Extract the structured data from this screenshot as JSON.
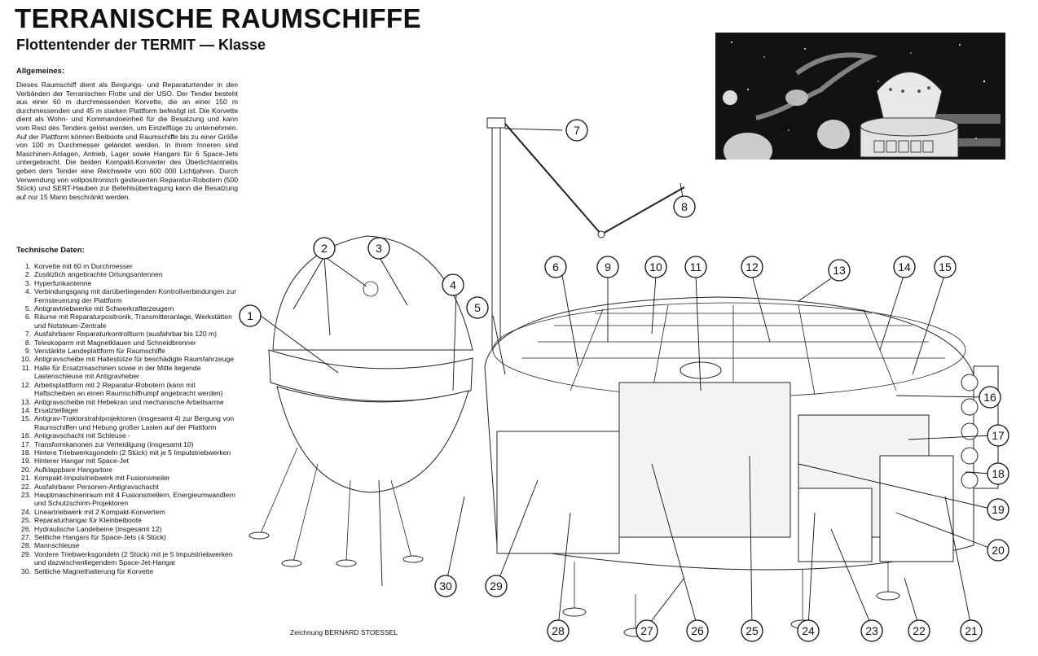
{
  "header": {
    "title": "TERRANISCHE RAUMSCHIFFE",
    "subtitle": "Flottentender der TERMIT — Klasse"
  },
  "general": {
    "heading": "Allgemeines:",
    "text": "Dieses Raumschiff dient als Bergungs- und Reparaturtender in den Verbänden der Terranischen Flotte und der USO. Der Tender besteht aus einer 60 m durchmessenden Korvette, die an einer 150 m durchmessenden und 45 m starken Plattform befestigt ist. Die Korvette dient als Wohn- und Kommandoeinheit für die Besatzung und kann vom Rest des Tenders gelöst werden, um Einzelflüge zu unternehmen. Auf der Plattform können Beiboote und Raumschiffe bis zu einer Größe von 100 m Durchmesser gelandet werden. In ihrem Inneren sind Maschinen-Anlagen, Antrieb, Lager sowie Hangars für 6 Space-Jets untergebracht. Die beiden Kompakt-Konverter des Überlichtantriebs geben dem Tender eine Reichweite von 600 000 Lichtjahren. Durch Verwendung von vollpositronisch gesteuerten Reparatur-Robotern (500 Stück) und SERT-Hauben zur Befehlsübertragung kann die Besatzung auf nur 15 Mann beschränkt werden."
  },
  "specs": {
    "heading": "Technische Daten:",
    "items": [
      {
        "n": "1.",
        "t": "Korvette mit 60 m Durchmesser"
      },
      {
        "n": "2.",
        "t": "Zusätzlich angebrachte Ortungsantennen"
      },
      {
        "n": "3.",
        "t": "Hyperfunkantenne"
      },
      {
        "n": "4.",
        "t": "Verbindungsgang mit darüberliegenden Kontrollverbindungen zur Fernsteuerung der Plattform"
      },
      {
        "n": "5.",
        "t": "Antigravtriebwerke mit Schwerkrafterzeugern"
      },
      {
        "n": "6.",
        "t": "Räume mit Reparaturpositronik, Transmitteranlage, Werkstätten und Notsteuer-Zentrale"
      },
      {
        "n": "7.",
        "t": "Ausfahrbarer Reparaturkontrollturm (ausfahrbar bis 120 m)"
      },
      {
        "n": "8.",
        "t": "Teleskoparm mit Magnetklauen und Schneidbrenner"
      },
      {
        "n": "9.",
        "t": "Verstärkte Landeplattform für Raumschiffe"
      },
      {
        "n": "10.",
        "t": "Antigravscheibe mit Haltestütze für beschädigte Raumfahrzeuge"
      },
      {
        "n": "11.",
        "t": "Halle für Ersatzmaschinen sowie in der Mitte liegende Lastenschleuse mit Antigravheber"
      },
      {
        "n": "12.",
        "t": "Arbeitsplattform mit 2 Reparatur-Robotern (kann mit Haftscheiben an einen Raumschiffrumpf angebracht werden)"
      },
      {
        "n": "13.",
        "t": "Antigravscheibe mit Hebekran und mechanische Arbeitsarme"
      },
      {
        "n": "14.",
        "t": "Ersatzteillager"
      },
      {
        "n": "15.",
        "t": "Antigrav-Traktorstrahlprojektoren (insgesamt 4) zur Bergung von Raumschiffen und Hebung großer Lasten auf der Plattform"
      },
      {
        "n": "16.",
        "t": "Antigravschacht mit Schleuse -"
      },
      {
        "n": "17.",
        "t": "Transformkanonen zur Verteidigung (insgesamt 10)"
      },
      {
        "n": "18.",
        "t": "Hintere Triebwerksgondeln (2 Stück) mit je 5 Impulstriebwerken"
      },
      {
        "n": "19.",
        "t": "Hinterer Hangar mit Space-Jet"
      },
      {
        "n": "20.",
        "t": "Aufklappbare Hangartore"
      },
      {
        "n": "21.",
        "t": "Kompakt-Impulstriebwerk mit Fusionsmeiler"
      },
      {
        "n": "22.",
        "t": "Ausfahrbarer Personen-Antigravschacht"
      },
      {
        "n": "23.",
        "t": "Hauptmaschinenraum mit 4 Fusionsmeilern, Energieumwandlern und Schutzschirm-Projektoren"
      },
      {
        "n": "24.",
        "t": "Lineartriebwerk mit 2 Kompakt-Konvertern"
      },
      {
        "n": "25.",
        "t": "Reparaturhangar für Kleinbeiboote"
      },
      {
        "n": "26.",
        "t": "Hydraulische Landebeine (insgesamt 12)"
      },
      {
        "n": "27.",
        "t": "Seitliche Hangars für Space-Jets (4 Stück)"
      },
      {
        "n": "28.",
        "t": "Mannschleuse"
      },
      {
        "n": "29.",
        "t": "Vordere Triebwerksgondeln (2 Stück) mit je 5 Impulstriebwerken und dazwischenliegendem Space-Jet-Hangar"
      },
      {
        "n": "30.",
        "t": "Seitliche Magnethalterung für Korvette"
      }
    ]
  },
  "callouts": [
    "1",
    "2",
    "3",
    "4",
    "5",
    "6",
    "7",
    "8",
    "9",
    "10",
    "11",
    "12",
    "13",
    "14",
    "15",
    "16",
    "17",
    "18",
    "19",
    "20",
    "21",
    "22",
    "23",
    "24",
    "25",
    "26",
    "27",
    "28",
    "29",
    "30"
  ],
  "credit": "Zeichnung BERNARD STOESSEL"
}
